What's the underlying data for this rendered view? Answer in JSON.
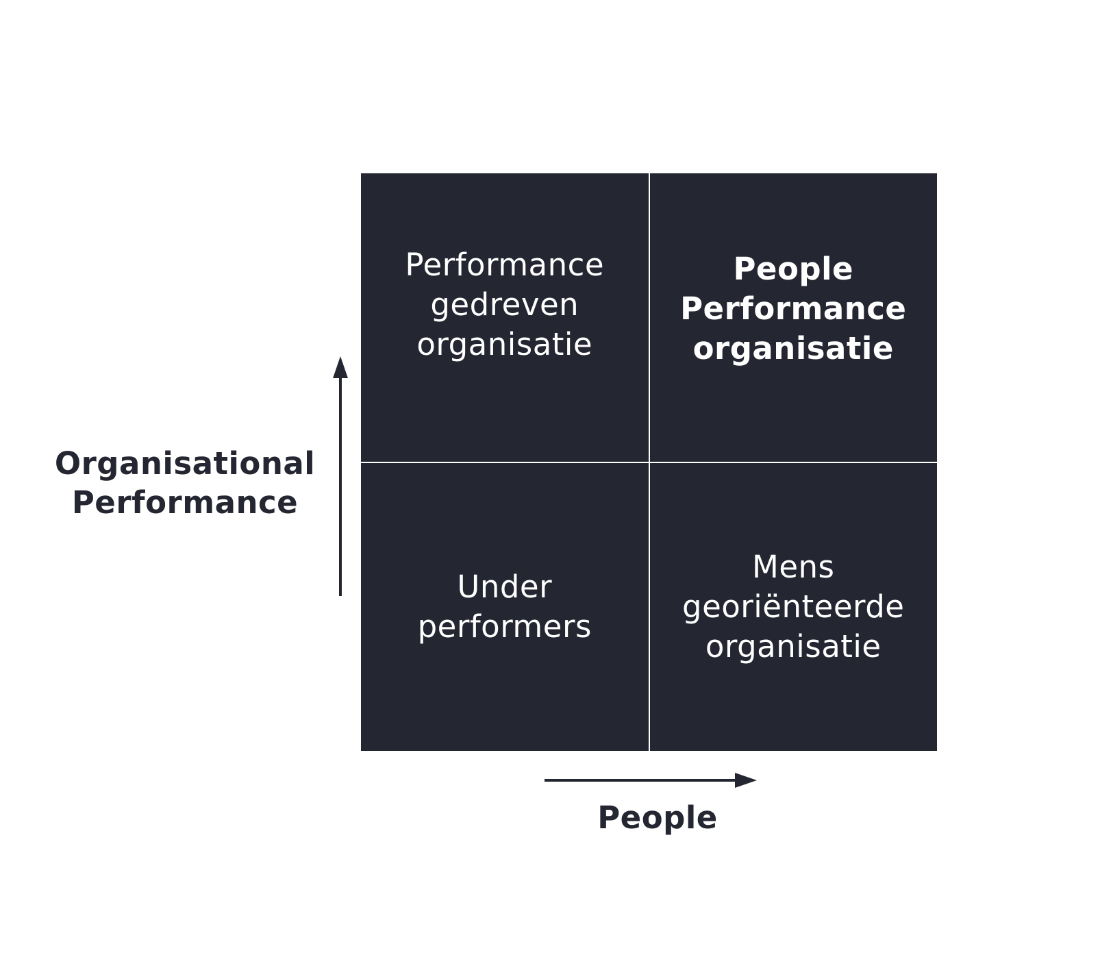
{
  "quadrants": {
    "top_left": [
      "Performance",
      "gedreven",
      "organisatie"
    ],
    "top_right": [
      "People",
      "Performance",
      "organisatie"
    ],
    "bottom_left": [
      "Under",
      "performers"
    ],
    "bottom_right": [
      "Mens",
      "georiënteerde",
      "organisatie"
    ]
  },
  "axes": {
    "y_title": [
      "Organisational",
      "Performance"
    ],
    "x_title": "People"
  },
  "colors": {
    "quadrant_fill": "#242631",
    "quadrant_text": "#ffffff",
    "axis_text": "#242631",
    "background": "#ffffff"
  }
}
